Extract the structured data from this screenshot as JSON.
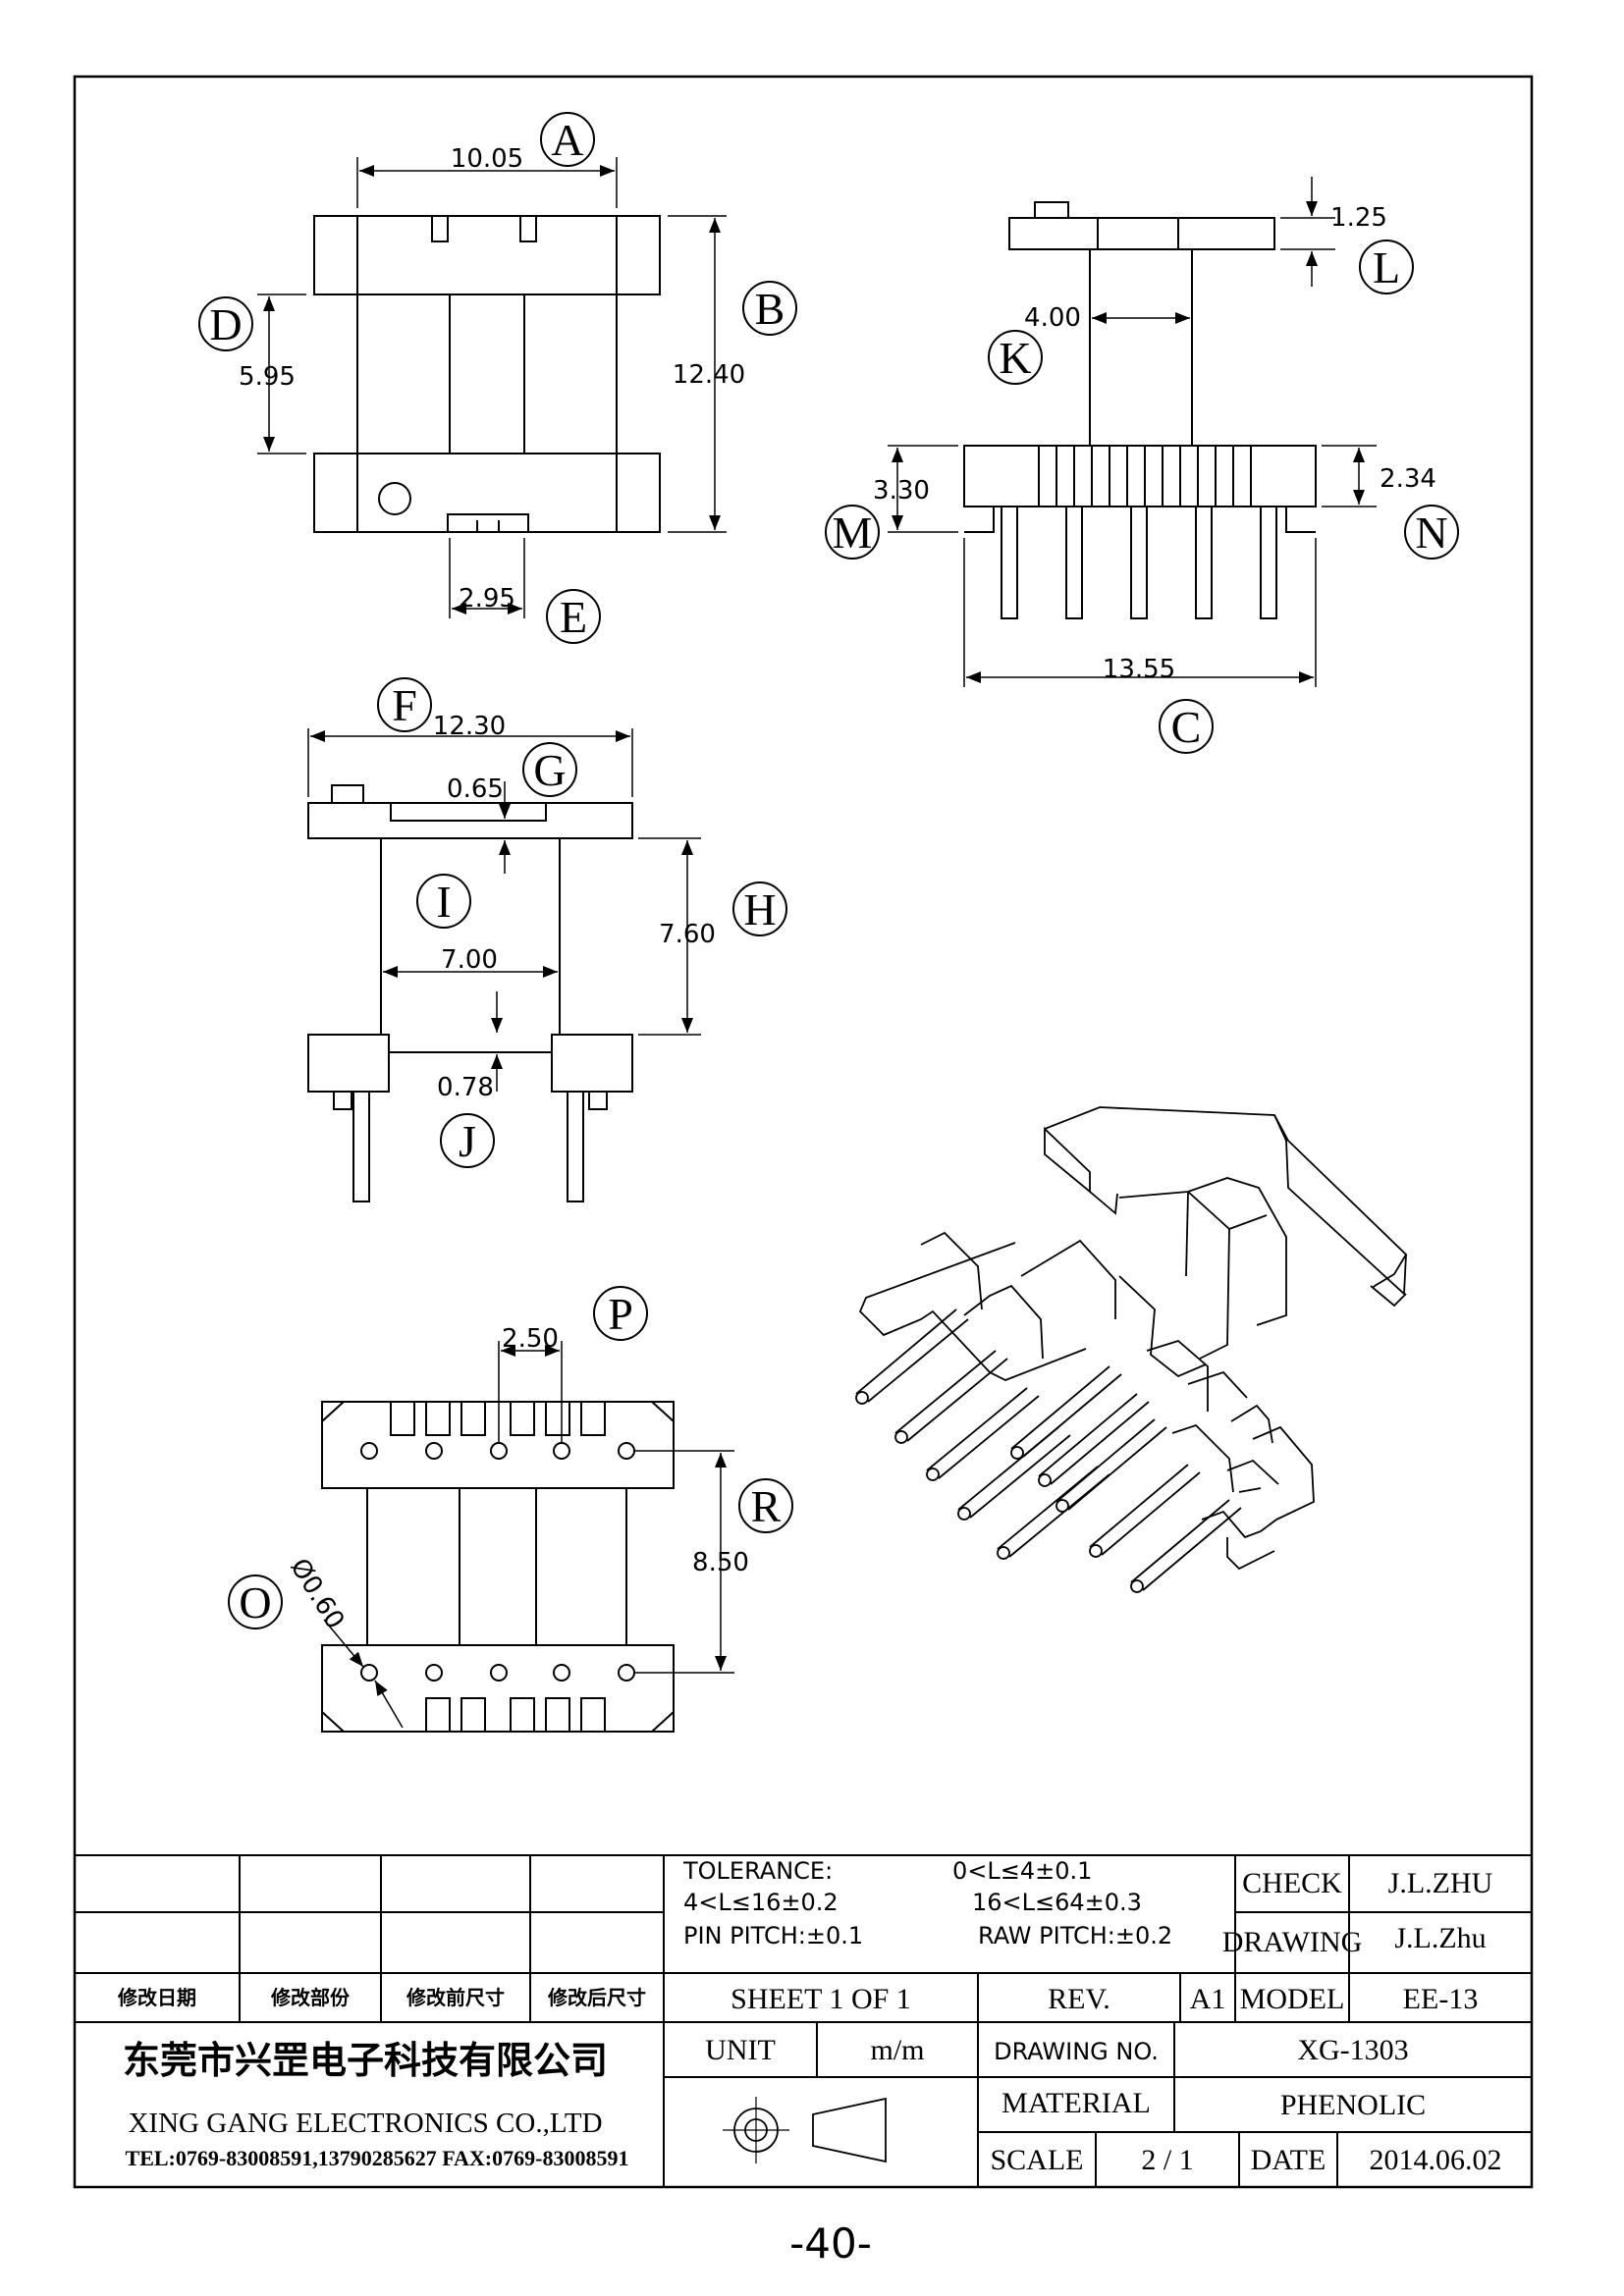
{
  "dimensions": {
    "A": "10.05",
    "B": "12.40",
    "C": "13.55",
    "D": "5.95",
    "E": "2.95",
    "F": "12.30",
    "G": "0.65",
    "H": "7.60",
    "I": "7.00",
    "J": "0.78",
    "K": "4.00",
    "L": "1.25",
    "M": "3.30",
    "N": "2.34",
    "O": "Ø0.60",
    "P": "2.50",
    "R": "8.50"
  },
  "labels": [
    "A",
    "B",
    "C",
    "D",
    "E",
    "F",
    "G",
    "H",
    "I",
    "J",
    "K",
    "L",
    "M",
    "N",
    "O",
    "P",
    "R"
  ],
  "title_block": {
    "tolerance_label": "TOLERANCE:",
    "tol_1": "0<L≤4±0.1",
    "tol_2": "4<L≤16±0.2",
    "tol_3": "16<L≤64±0.3",
    "pin_pitch": "PIN PITCH:±0.1",
    "raw_pitch": "RAW PITCH:±0.2",
    "check_label": "CHECK",
    "check_value": "J.L.ZHU",
    "drawing_label": "DRAWING",
    "drawing_value": "J.L.Zhu",
    "rev_date": "修改日期",
    "rev_part": "修改部份",
    "rev_before": "修改前尺寸",
    "rev_after": "修改后尺寸",
    "sheet": "SHEET 1 OF 1",
    "rev_label": "REV.",
    "rev_value": "A1",
    "model_label": "MODEL",
    "model_value": "EE-13",
    "unit_label": "UNIT",
    "unit_value": "m/m",
    "drawing_no_label": "DRAWING NO.",
    "drawing_no_value": "XG-1303",
    "material_label": "MATERIAL",
    "material_value": "PHENOLIC",
    "scale_label": "SCALE",
    "scale_value": "2 / 1",
    "date_label": "DATE",
    "date_value": "2014.06.02",
    "company_cn": "东莞市兴罡电子科技有限公司",
    "company_en": "XING GANG  ELECTRONICS CO.,LTD",
    "company_tel": "TEL:0769-83008591,13790285627 FAX:0769-83008591"
  },
  "page_number": "-40-"
}
